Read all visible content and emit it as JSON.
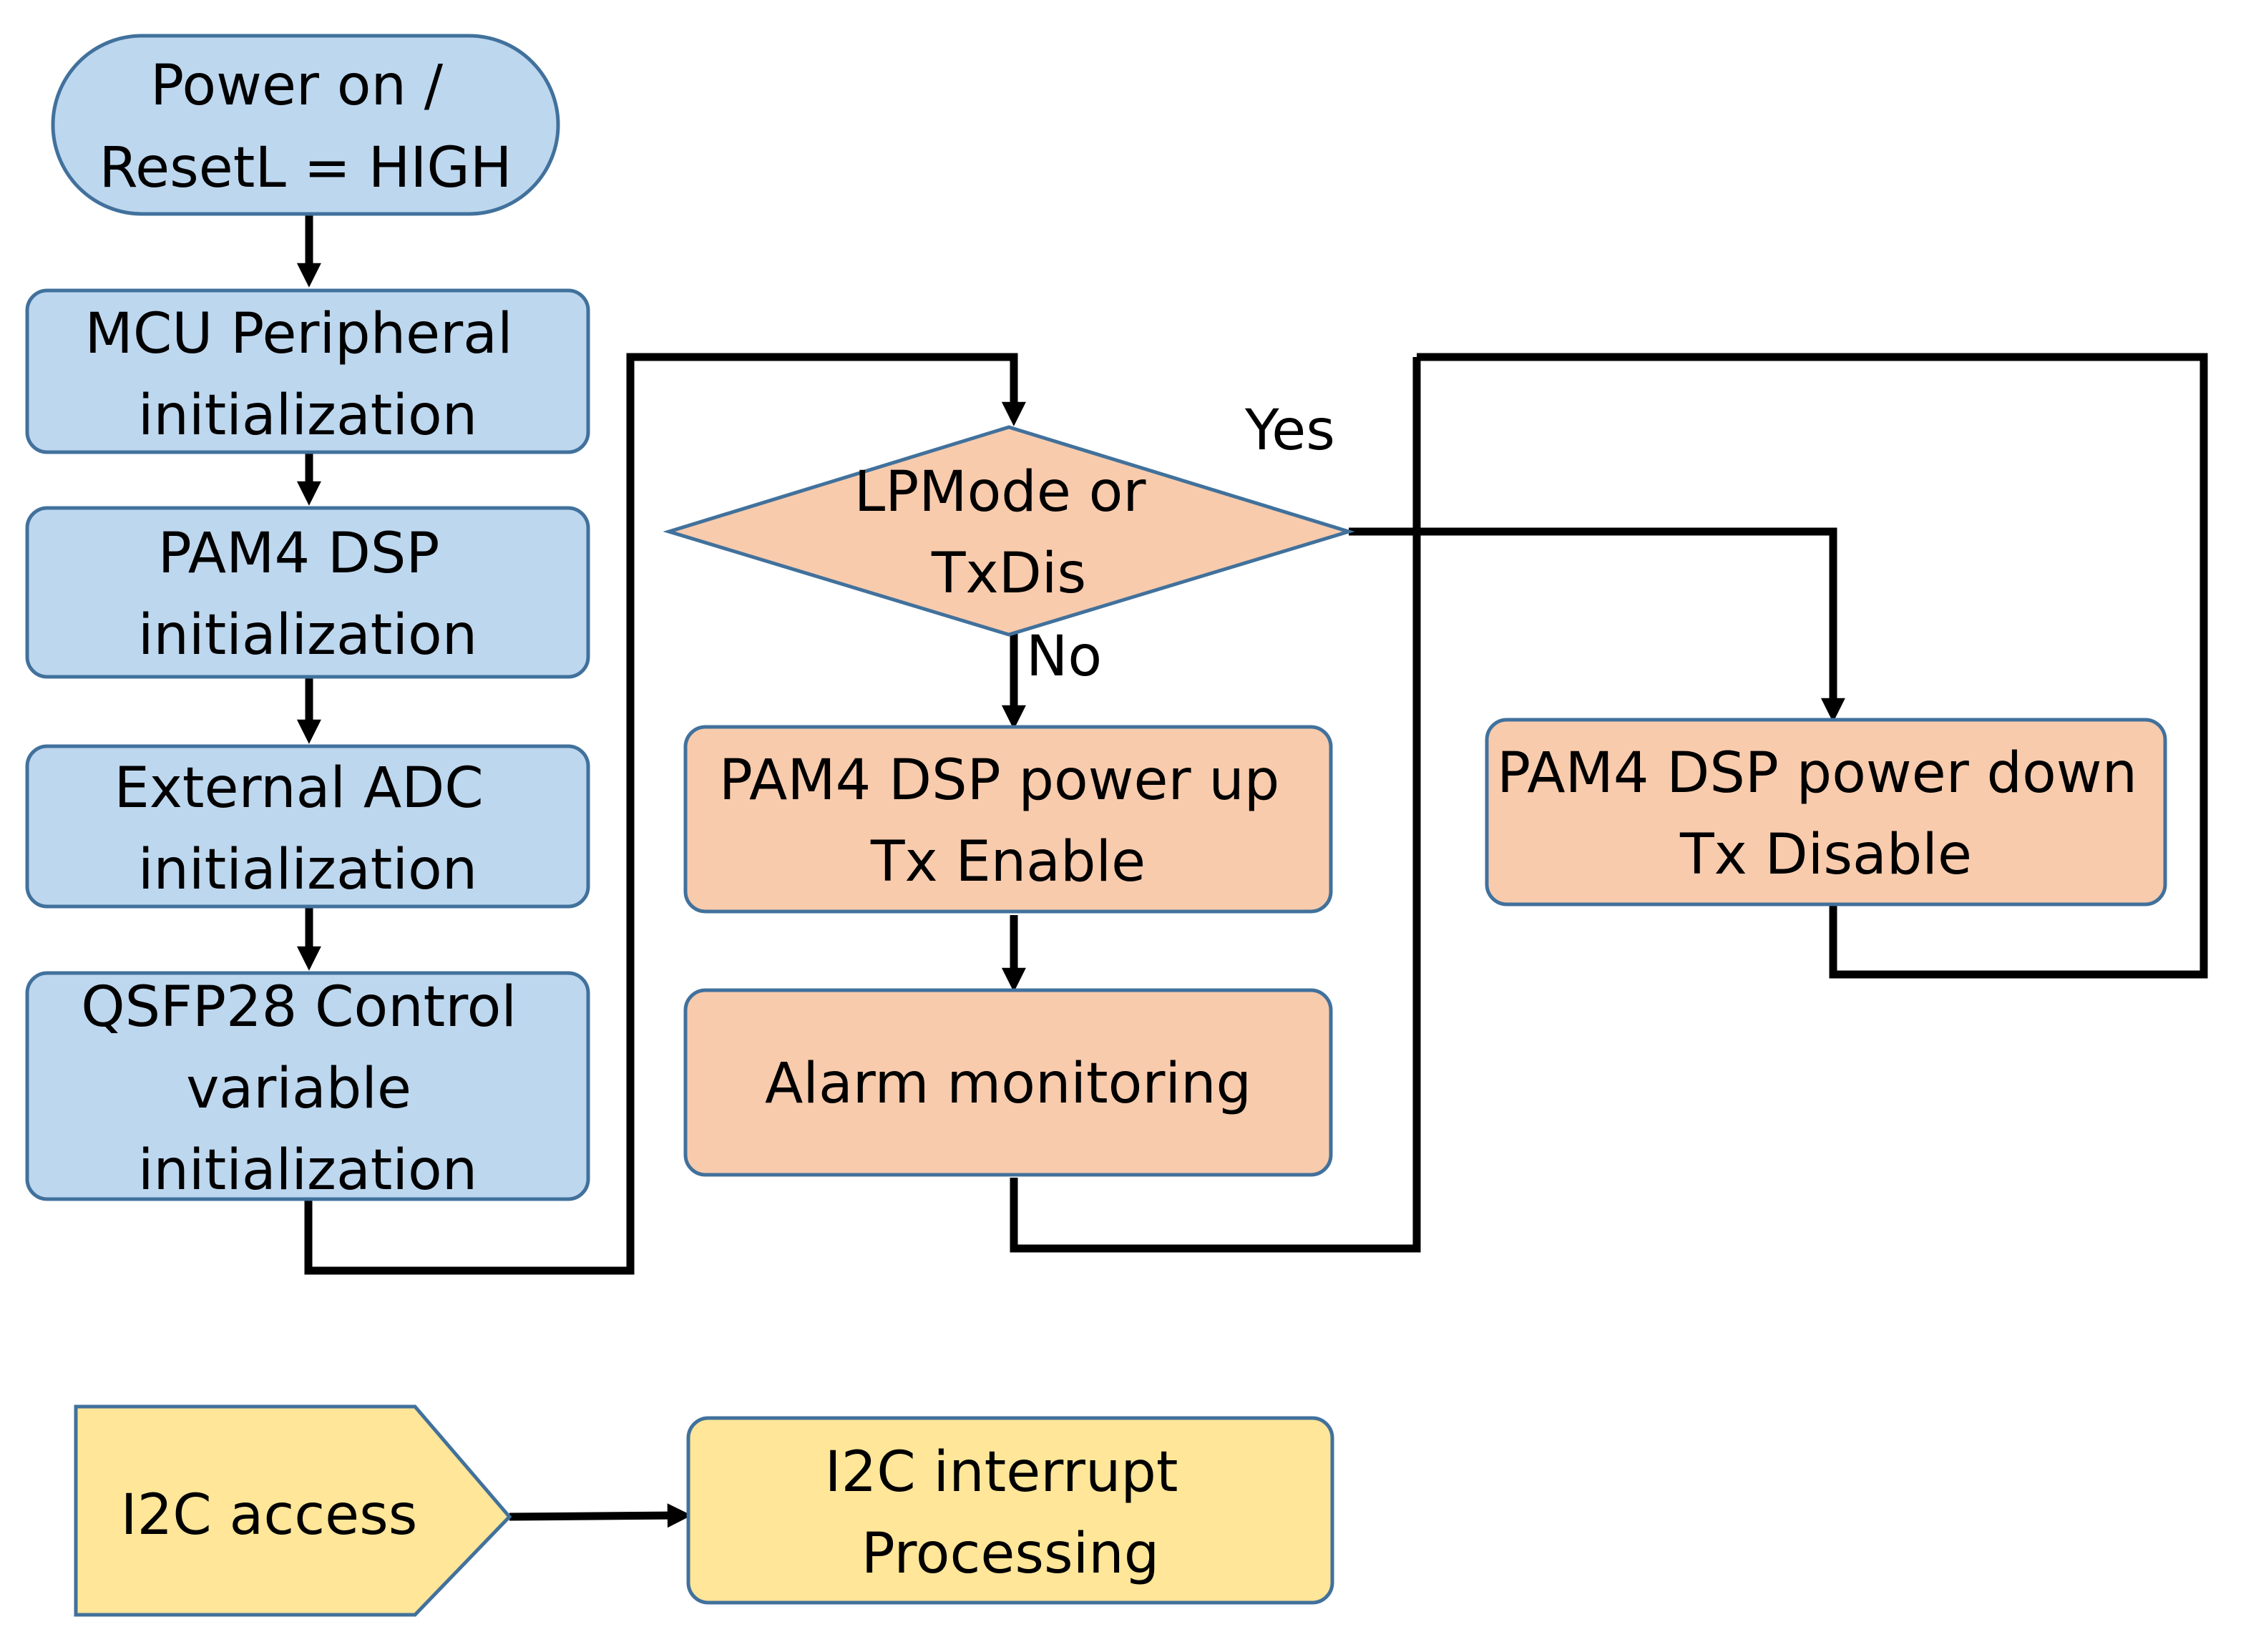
{
  "colors": {
    "init_fill": "#bdd7ee",
    "process_fill": "#f8cbad",
    "i2c_fill": "#ffe699",
    "stroke": "#41719c",
    "line": "#000000"
  },
  "nodes": {
    "power_on": {
      "lines": [
        "Power on /",
        "ResetL = HIGH"
      ]
    },
    "mcu_init": {
      "lines": [
        "MCU Peripheral",
        "initialization"
      ]
    },
    "dsp_init": {
      "lines": [
        "PAM4 DSP",
        "initialization"
      ]
    },
    "adc_init": {
      "lines": [
        "External ADC",
        "initialization"
      ]
    },
    "qsfp_init": {
      "lines": [
        "QSFP28 Control",
        "variable",
        "initialization"
      ]
    },
    "decision": {
      "lines": [
        "LPMode or",
        "TxDis"
      ]
    },
    "power_up": {
      "lines": [
        "PAM4 DSP power up",
        "Tx Enable"
      ]
    },
    "alarm": {
      "lines": [
        "Alarm monitoring"
      ]
    },
    "power_down": {
      "lines": [
        "PAM4 DSP power down",
        "Tx Disable"
      ]
    },
    "i2c_access": {
      "lines": [
        "I2C access"
      ]
    },
    "i2c_interrupt": {
      "lines": [
        "I2C interrupt",
        "Processing"
      ]
    }
  },
  "edge_labels": {
    "yes": "Yes",
    "no": "No"
  }
}
